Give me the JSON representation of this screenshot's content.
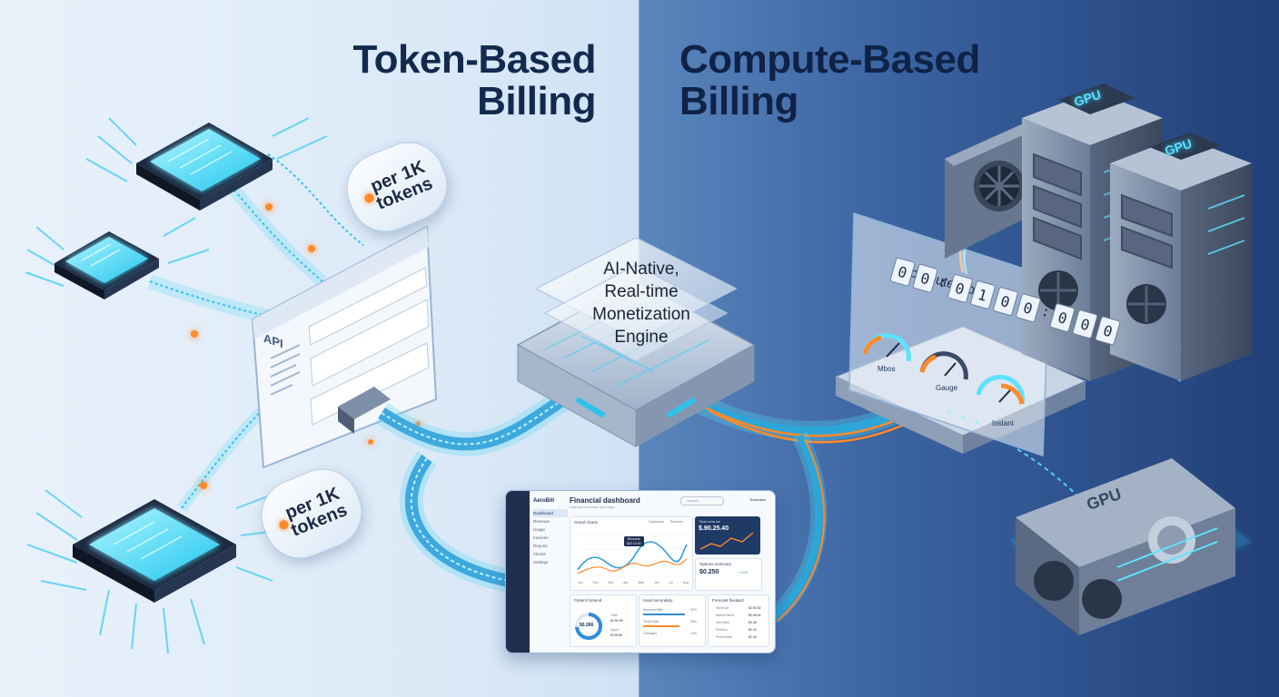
{
  "titles": {
    "left_line1": "Token-Based",
    "left_line2": "Billing",
    "right_line1": "Compute-Based",
    "right_line2": "Billing"
  },
  "token_tags": {
    "upper": {
      "line1": "per 1K",
      "line2": "tokens"
    },
    "lower": {
      "line1": "per 1K",
      "line2": "tokens"
    }
  },
  "api_window": {
    "label": "API"
  },
  "engine": {
    "line1": "AI-Native,",
    "line2": "Real-time",
    "line3": "Monetization",
    "line4": "Engine"
  },
  "compute_panel": {
    "label": "Compute Hours",
    "timer_digits": [
      "0",
      "0",
      "0",
      "1",
      "0",
      "0",
      "0",
      "0",
      "0"
    ],
    "gauges": [
      "Mbos",
      "Gauge",
      "Instant"
    ]
  },
  "gpu_labels": [
    "GPU",
    "GPU",
    "GPU"
  ],
  "dashboard": {
    "brand": "AeroBill",
    "title": "Financial dashboard",
    "subtitle": "Overview of revenue and usage",
    "search_placeholder": "Search",
    "user": "Executive",
    "nav": [
      "Dashboard",
      "Revenue",
      "Usage",
      "Invoices",
      "Reports",
      "Clients",
      "Settings"
    ],
    "chart_card_title": "Grand charts",
    "chart_buttons": [
      "Dashboard",
      "Revenue"
    ],
    "tooltip_line1": "Revenue",
    "tooltip_line2": "$32.10.00",
    "revenue_title": "Total revenue",
    "revenue_value": "$.90.25.40",
    "usage_title": "Options summary",
    "usage_value": "$0.250",
    "usage_delta": "+ 4.1%",
    "donut_card_title": "Patient fontend",
    "donut_value": "$0.266",
    "legend_1_label": "Total",
    "legend_1_value": "$2.80.98",
    "legend_2_label": "Appst",
    "legend_2_value": "$135.85",
    "usage_list_title": "Used secondary",
    "usage_items": [
      "Seasonal Bills",
      "Tiered Bills",
      "Overages"
    ],
    "usage_pcts": [
      "32%",
      "28%",
      "14%"
    ],
    "forecast_title": "Forecast fluxitard",
    "forecast_items": [
      "Stand Alt",
      "Market Items",
      "Doc Mark",
      "Portfolio",
      "Planet Miss"
    ],
    "forecast_values": [
      "$2.90.64",
      "$2.08.04",
      "$3.48",
      "$2.16",
      "$2.40"
    ],
    "x_ticks": [
      "Jan",
      "Feb",
      "Mar",
      "Apr",
      "May",
      "Jun",
      "Jul",
      "Aug"
    ]
  },
  "colors": {
    "glow_cyan": "#38d4ff",
    "accent_orange": "#ff8a2a",
    "navy_title": "#132a4e",
    "dark_right_bg": "#213f78"
  }
}
